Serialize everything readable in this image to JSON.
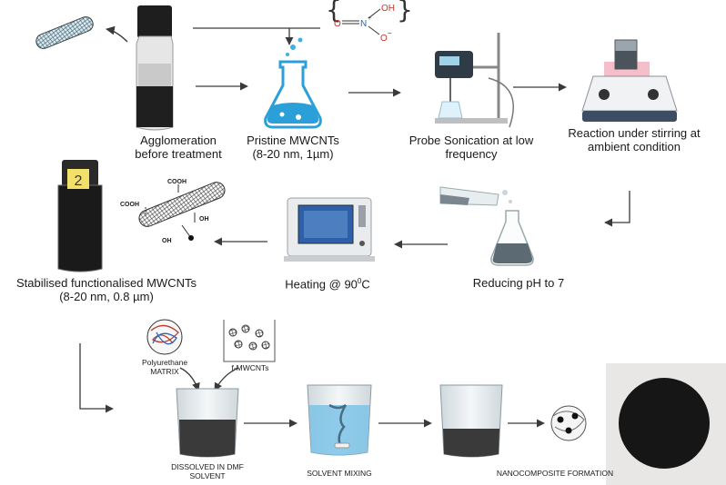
{
  "nitric_acid": {
    "O": "O",
    "N": "N",
    "N_charge": "+",
    "OH": "OH",
    "Ominus": "O",
    "Ominus_charge": "−"
  },
  "steps": {
    "agglomeration_line1": "Agglomeration",
    "agglomeration_line2": "before treatment",
    "pristine_line1": "Pristine MWCNTs",
    "pristine_line2": "(8-20 nm, 1µm)",
    "sonication_line1": "Probe Sonication at low",
    "sonication_line2": "frequency",
    "reaction_line1": "Reaction under stirring at",
    "reaction_line2": "ambient condition",
    "reducing_ph": "Reducing pH to 7",
    "heating_prefix": "Heating @ 90",
    "heating_sup": "0",
    "heating_suffix": "C",
    "stabilised_line1": "Stabilised functionalised MWCNTs",
    "stabilised_line2": "(8-20 nm, 0.8 µm)"
  },
  "vial_label": "2",
  "functional_groups": {
    "cooh_top": "COOH",
    "cooh_left": "COOH",
    "oh_right": "OH",
    "oh_bottom": "OH"
  },
  "composite": {
    "polyurethane_line1": "Polyurethane",
    "polyurethane_line2": "MATRIX",
    "fmwcnts": "f-MWCNTs",
    "dissolved_line1": "DISSOLVED IN DMF",
    "dissolved_line2": "SOLVENT",
    "solvent_mixing": "SOLVENT MIXING",
    "nanocomposite": "NANOCOMPOSITE FORMATION"
  },
  "colors": {
    "arrow": "#3a3a3a",
    "flask_liquid": "#2b9fd8",
    "dark_liquid": "#2a2a2a",
    "nitro_red": "#c0392b",
    "water_blue": "#7cc3e8"
  }
}
